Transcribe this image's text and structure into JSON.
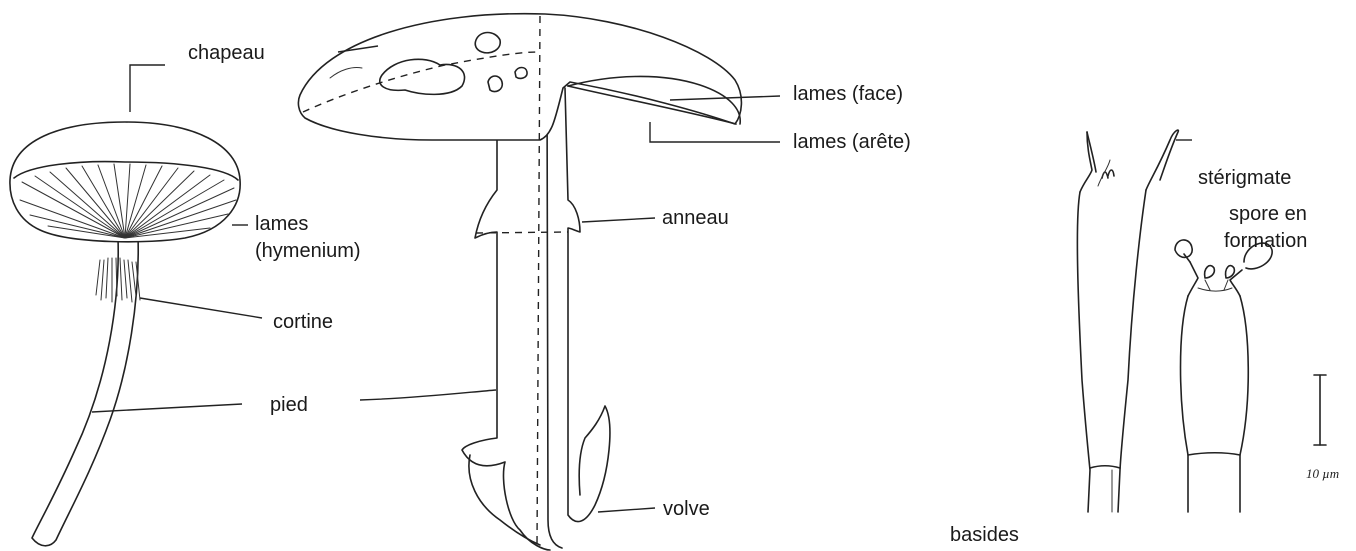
{
  "labels": {
    "chapeau": "chapeau",
    "lames_face": "lames (face)",
    "lames_arete": "lames (arête)",
    "lames_line1": "lames",
    "lames_line2": "(hymenium)",
    "anneau": "anneau",
    "cortine": "cortine",
    "pied": "pied",
    "volve": "volve",
    "sterigmate": "stérigmate",
    "spore_line1": "spore en",
    "spore_line2": "formation",
    "basides": "basides",
    "scale": "10 µm"
  },
  "icons": {
    "mushroom_left": "cortinarius-mushroom-drawing",
    "mushroom_section": "amanita-section-drawing",
    "basidia": "basidia-drawing",
    "scale_bar": "scale-bar"
  }
}
